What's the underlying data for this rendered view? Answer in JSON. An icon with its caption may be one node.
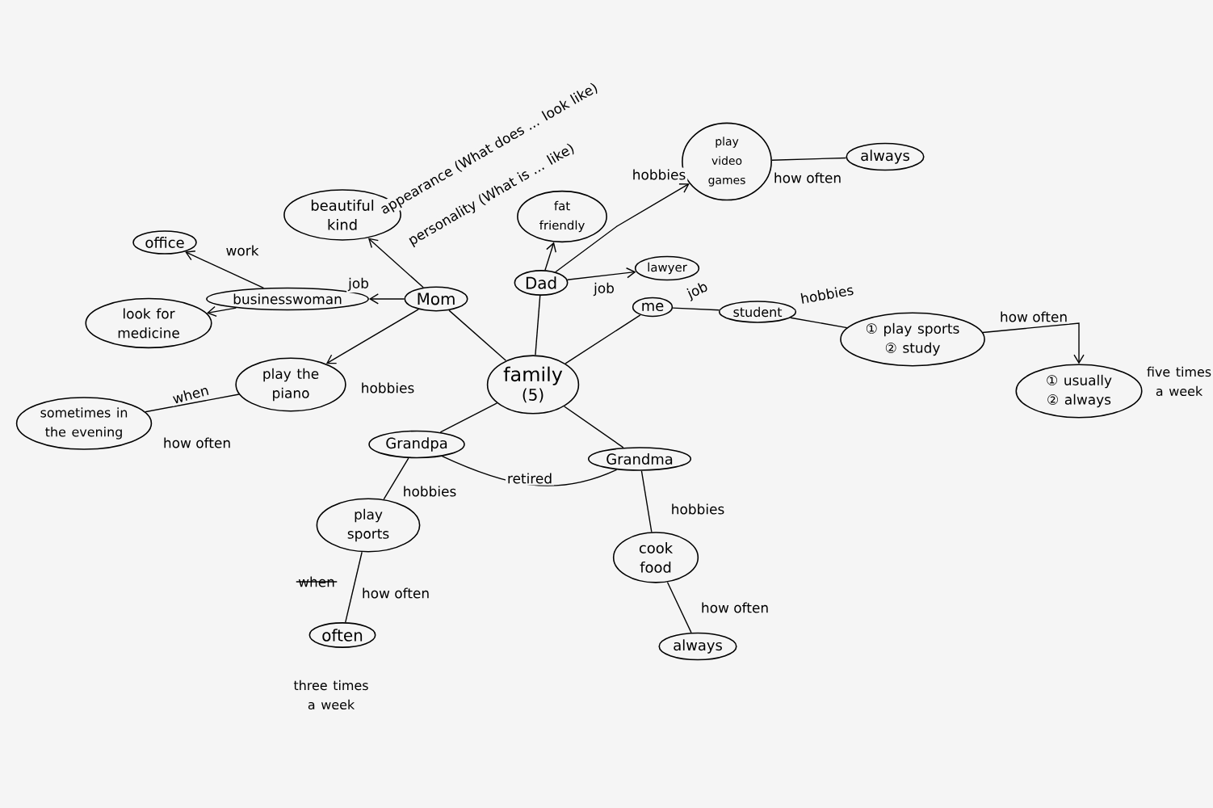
{
  "diagram": {
    "nodes": [
      {
        "text": [
          "family",
          "(5)"
        ]
      },
      {
        "text": [
          "Mom"
        ]
      },
      {
        "text": [
          "Dad"
        ]
      },
      {
        "text": [
          "me"
        ]
      },
      {
        "text": [
          "Grandpa"
        ]
      },
      {
        "text": [
          "Grandma"
        ]
      },
      {
        "text": [
          "beautiful",
          "kind"
        ]
      },
      {
        "text": [
          "businesswoman"
        ]
      },
      {
        "text": [
          "office"
        ]
      },
      {
        "text": [
          "look for medicine"
        ]
      },
      {
        "text": [
          "play the piano"
        ]
      },
      {
        "text": [
          "sometimes in the evening"
        ]
      },
      {
        "text": [
          "fat friendly"
        ]
      },
      {
        "text": [
          "lawyer"
        ]
      },
      {
        "text": [
          "play video games"
        ]
      },
      {
        "text": [
          "always"
        ]
      },
      {
        "text": [
          "student"
        ]
      },
      {
        "text": [
          "① play sports ② study"
        ]
      },
      {
        "text": [
          "① usually ② always"
        ],
        "beside": [
          "five times a week"
        ]
      },
      {
        "text": [
          "play sports"
        ]
      },
      {
        "text": [
          "often"
        ],
        "beside": [
          "three times a week"
        ]
      },
      {
        "text": [
          "cook food"
        ]
      },
      {
        "text": [
          "always"
        ]
      }
    ],
    "edges": [
      {
        "from": 0,
        "to": 1,
        "arrow": "none"
      },
      {
        "from": 0,
        "to": 2,
        "arrow": "none"
      },
      {
        "from": 0,
        "to": 3,
        "arrow": "none"
      },
      {
        "from": 0,
        "to": 4,
        "arrow": "none"
      },
      {
        "from": 0,
        "to": 5,
        "arrow": "none"
      },
      {
        "from": 1,
        "to": 6,
        "arrow": "to",
        "label": "appearance (What does ... look like)"
      },
      {
        "from": 1,
        "to": 7,
        "arrow": "to",
        "label": "job"
      },
      {
        "from": 1,
        "to": 10,
        "arrow": "to",
        "label": "hobbies"
      },
      {
        "from": 7,
        "to": 8,
        "arrow": "to",
        "label": "work"
      },
      {
        "from": 7,
        "to": 9,
        "arrow": "to"
      },
      {
        "from": 10,
        "to": 11,
        "arrow": "none",
        "label": "when"
      },
      {
        "from": 4,
        "to": 5,
        "arrow": "none",
        "label": "retired"
      },
      {
        "from": 2,
        "to": 12,
        "arrow": "to"
      },
      {
        "from": 2,
        "to": 13,
        "arrow": "to",
        "label": "job"
      },
      {
        "from": 2,
        "to": 14,
        "arrow": "to",
        "label": "hobbies"
      },
      {
        "from": 14,
        "to": 15,
        "arrow": "none",
        "label": "how often"
      },
      {
        "from": 3,
        "to": 16,
        "arrow": "none",
        "label": "job"
      },
      {
        "from": 16,
        "to": 17,
        "arrow": "none",
        "label": "hobbies"
      },
      {
        "from": 17,
        "to": 18,
        "arrow": "to",
        "label": "how often"
      },
      {
        "from": 4,
        "to": 19,
        "arrow": "none",
        "label": "hobbies"
      },
      {
        "from": 19,
        "to": 20,
        "arrow": "none",
        "label": "how often"
      },
      {
        "from": 5,
        "to": 21,
        "arrow": "none",
        "label": "hobbies"
      },
      {
        "from": 21,
        "to": 22,
        "arrow": "none",
        "label": "how often"
      }
    ],
    "labels": [
      "personality (What is ... like)",
      "how often",
      "when"
    ]
  }
}
